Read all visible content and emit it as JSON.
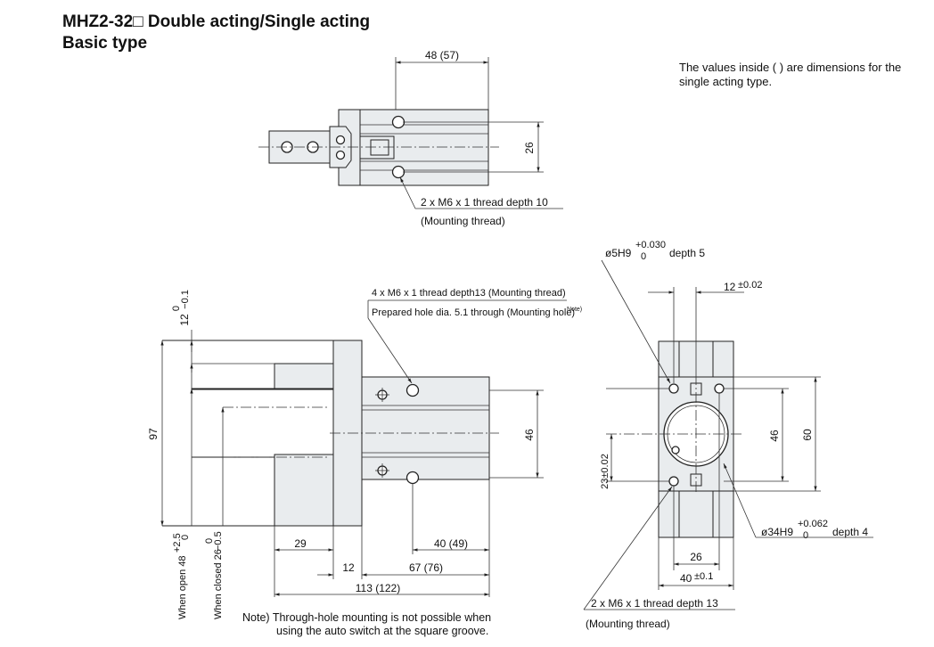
{
  "title": {
    "line1": "MHZ2-32□ Double acting/Single acting",
    "line2": "Basic type"
  },
  "note_top": "The values inside ( ) are dimensions for the single acting type.",
  "top_view": {
    "dim_width": "48 (57)",
    "dim_holes": "26",
    "thread": "2 x M6 x 1 thread depth 10",
    "thread_sub": "(Mounting thread)"
  },
  "front_view": {
    "thread": "4 x M6 x 1 thread depth13 (Mounting thread)",
    "prepared": "Prepared hole dia. 5.1 through (Mounting hole)",
    "prepared_note": "Note)",
    "dim_97": "97",
    "dim_12_tol": "12",
    "dim_12_tol_upper": "0",
    "dim_12_tol_lower": "−0.1",
    "dim_46": "46",
    "dim_29": "29",
    "dim_40": "40 (49)",
    "dim_12": "12",
    "dim_67": "67 (76)",
    "dim_113": "113 (122)",
    "open": "When open 48",
    "open_upper": "+2.5",
    "open_lower": "0",
    "closed": "When closed 26",
    "closed_upper": "0",
    "closed_lower": "−0.5"
  },
  "side_view": {
    "bore_small": "ø5H9",
    "bore_small_upper": "+0.030",
    "bore_small_lower": "0",
    "bore_small_depth": "depth 5",
    "dim_12": "12",
    "dim_12_tol": "±0.02",
    "dim_23": "23±0.02",
    "dim_46": "46",
    "dim_60": "60",
    "bore_large": "ø34H9",
    "bore_large_upper": "+0.062",
    "bore_large_lower": "0",
    "bore_large_depth": "depth 4",
    "dim_26": "26",
    "dim_40": "40",
    "dim_40_tol": "±0.1",
    "thread": "2 x M6 x 1 thread depth 13",
    "thread_sub": "(Mounting thread)"
  },
  "footnote": {
    "line1": "Note)  Through-hole mounting is not possible when",
    "line2": "using the auto switch at the square groove."
  }
}
